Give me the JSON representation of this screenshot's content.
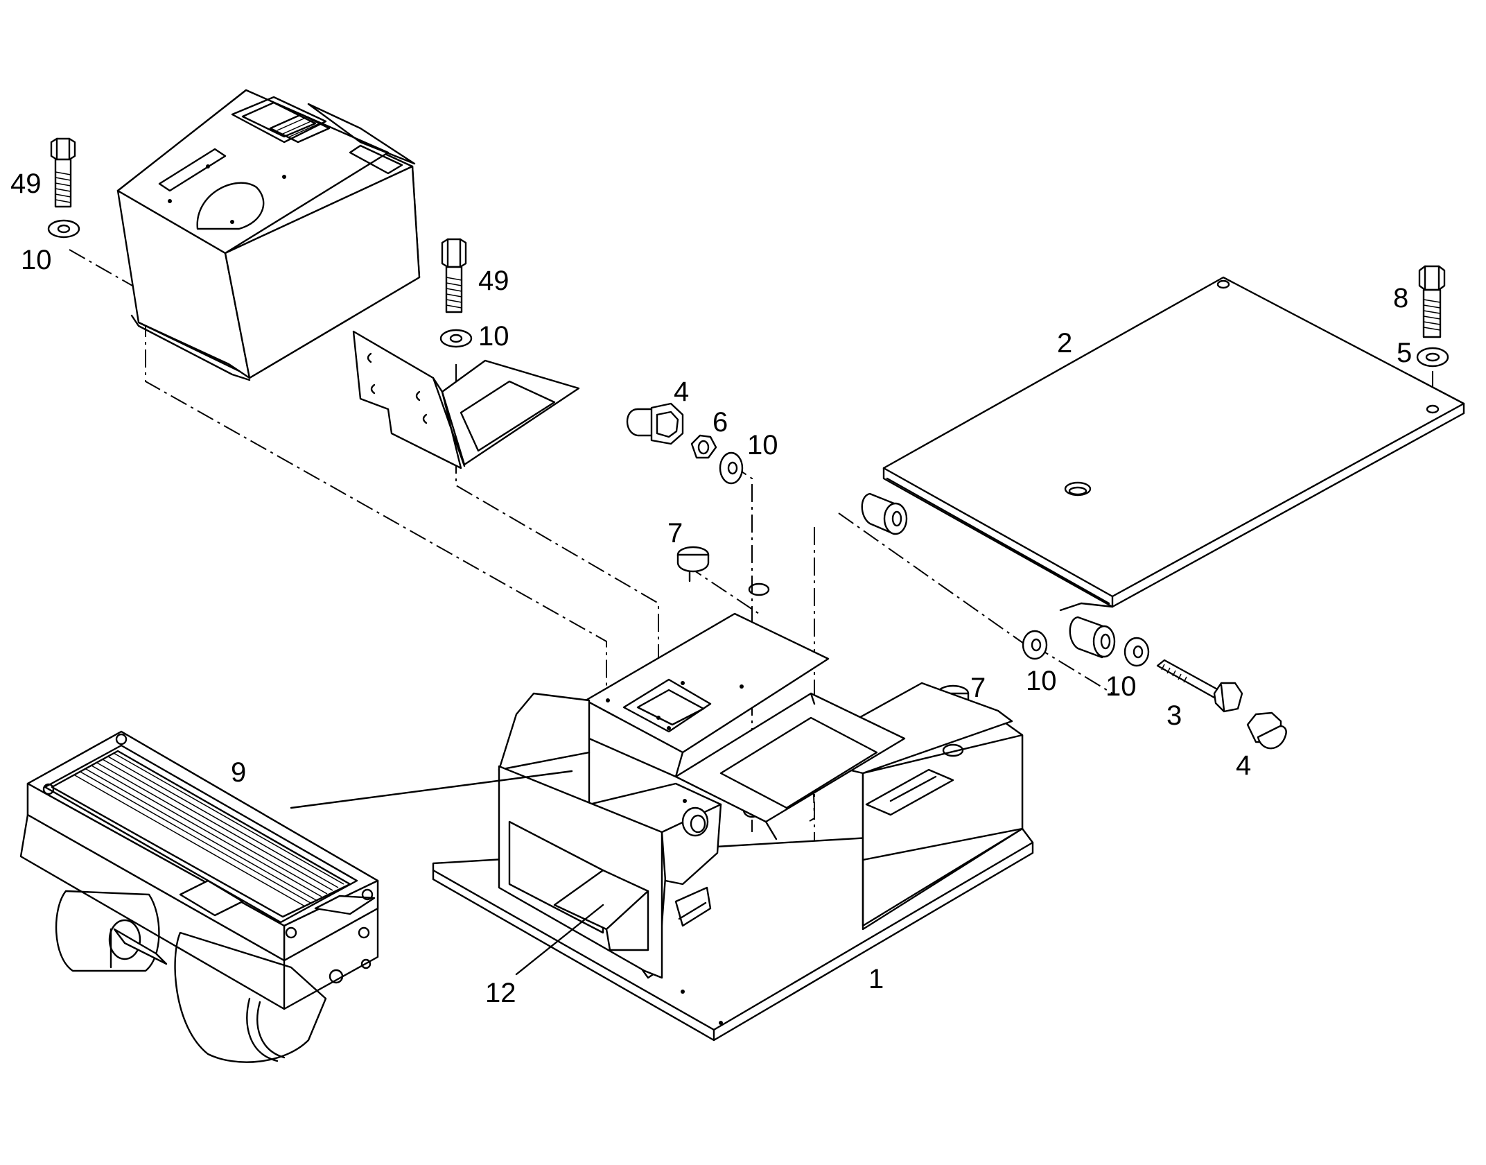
{
  "diagram": {
    "type": "exploded parts diagram",
    "callouts": [
      {
        "id": "c-49-left",
        "label": "49"
      },
      {
        "id": "c-10-left",
        "label": "10"
      },
      {
        "id": "c-49-mid",
        "label": "49"
      },
      {
        "id": "c-10-mid",
        "label": "10"
      },
      {
        "id": "c-4-top",
        "label": "4"
      },
      {
        "id": "c-6",
        "label": "6"
      },
      {
        "id": "c-10-top",
        "label": "10"
      },
      {
        "id": "c-7-top",
        "label": "7"
      },
      {
        "id": "c-2",
        "label": "2"
      },
      {
        "id": "c-8",
        "label": "8"
      },
      {
        "id": "c-5",
        "label": "5"
      },
      {
        "id": "c-7-right",
        "label": "7"
      },
      {
        "id": "c-10-right-a",
        "label": "10"
      },
      {
        "id": "c-10-right-b",
        "label": "10"
      },
      {
        "id": "c-3",
        "label": "3"
      },
      {
        "id": "c-4-right",
        "label": "4"
      },
      {
        "id": "c-9",
        "label": "9"
      },
      {
        "id": "c-12",
        "label": "12"
      },
      {
        "id": "c-1",
        "label": "1"
      }
    ]
  }
}
